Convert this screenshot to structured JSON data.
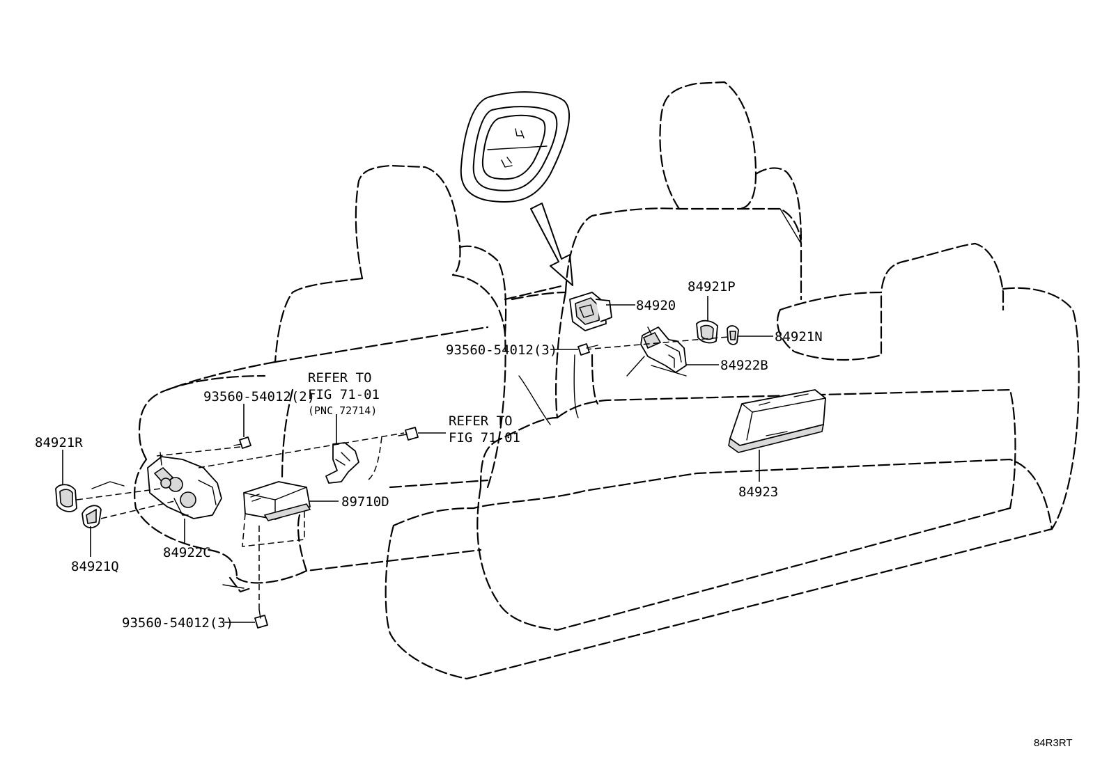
{
  "labels": {
    "p84920": "84920",
    "p84921P": "84921P",
    "p84921N": "84921N",
    "p84922B": "84922B",
    "p84923": "84923",
    "p84921R": "84921R",
    "p84921Q": "84921Q",
    "p84922C": "84922C",
    "p89710D": "89710D",
    "screw_upper_right": "93560-54012(3)",
    "screw_left": "93560-54012(2)",
    "screw_bottom": "93560-54012(3)",
    "refer_left_line1": "REFER TO",
    "refer_left_line2": "FIG 71-01",
    "refer_left_line3": "(PNC 72714)",
    "refer_right_line1": "REFER TO",
    "refer_right_line2": "FIG 71-01"
  },
  "diagram_code": "84R3RT"
}
